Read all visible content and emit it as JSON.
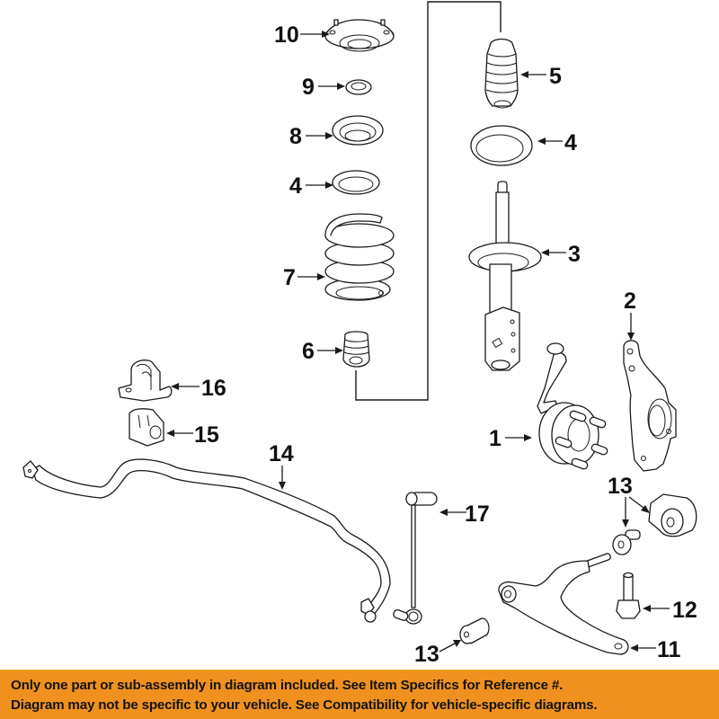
{
  "diagram": {
    "title": "Front Suspension Components",
    "callouts": [
      {
        "id": "c1",
        "label": "1",
        "part": "Hub & Bearing"
      },
      {
        "id": "c2",
        "label": "2",
        "part": "Steering Knuckle"
      },
      {
        "id": "c3",
        "label": "3",
        "part": "Strut"
      },
      {
        "id": "c4a",
        "label": "4",
        "part": "Spring Insulator (upper)"
      },
      {
        "id": "c4b",
        "label": "4",
        "part": "Spring Insulator (lower)"
      },
      {
        "id": "c5",
        "label": "5",
        "part": "Dust Boot"
      },
      {
        "id": "c6",
        "label": "6",
        "part": "Bump Stop"
      },
      {
        "id": "c7",
        "label": "7",
        "part": "Coil Spring"
      },
      {
        "id": "c8",
        "label": "8",
        "part": "Spring Seat"
      },
      {
        "id": "c9",
        "label": "9",
        "part": "Bearing"
      },
      {
        "id": "c10",
        "label": "10",
        "part": "Strut Mount"
      },
      {
        "id": "c11",
        "label": "11",
        "part": "Lower Control Arm"
      },
      {
        "id": "c12",
        "label": "12",
        "part": "Bolt"
      },
      {
        "id": "c13a",
        "label": "13",
        "part": "Control Arm Bushing (rear)"
      },
      {
        "id": "c13b",
        "label": "13",
        "part": "Control Arm Bushing (front)"
      },
      {
        "id": "c14",
        "label": "14",
        "part": "Stabilizer Bar"
      },
      {
        "id": "c15",
        "label": "15",
        "part": "Stabilizer Bar Bushing"
      },
      {
        "id": "c16",
        "label": "16",
        "part": "Bushing Bracket"
      },
      {
        "id": "c17",
        "label": "17",
        "part": "Stabilizer Link"
      }
    ]
  },
  "banner": {
    "line1": "Only one part or sub-assembly in diagram included. See Item Specifics for Reference #.",
    "line2": "Diagram may not be specific to your vehicle. See Compatibility for vehicle-specific diagrams.",
    "background": "#f0901e"
  }
}
